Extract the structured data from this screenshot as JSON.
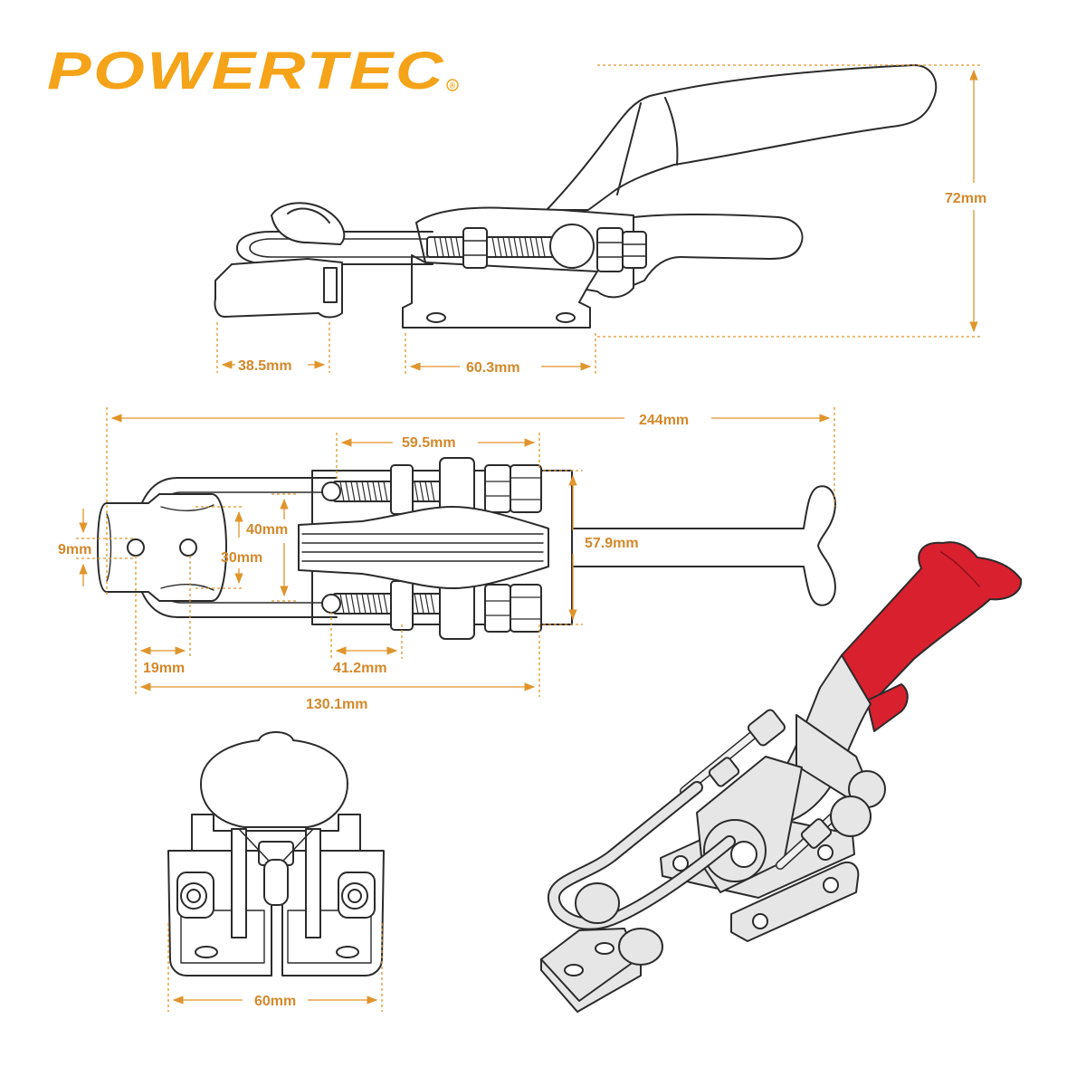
{
  "brand": {
    "name": "POWERTEC",
    "registered": "®",
    "color": "#f5a318"
  },
  "colors": {
    "outline": "#2b2b2b",
    "dimension": "#e0952c",
    "handle_grip": "#d8202f",
    "metal": "#e6e6e6"
  },
  "views": {
    "side": {
      "height": "72mm",
      "hook_length": "38.5mm",
      "base_length": "60.3mm"
    },
    "top": {
      "overall_length": "244mm",
      "thread_length": "59.5mm",
      "hook_inner_width": "40mm",
      "hook_gap": "9mm",
      "hole_spacing": "30mm",
      "base_width": "57.9mm",
      "hook_depth": "19mm",
      "adjust_length": "41.2mm",
      "reach": "130.1mm"
    },
    "front": {
      "width": "60mm"
    }
  }
}
